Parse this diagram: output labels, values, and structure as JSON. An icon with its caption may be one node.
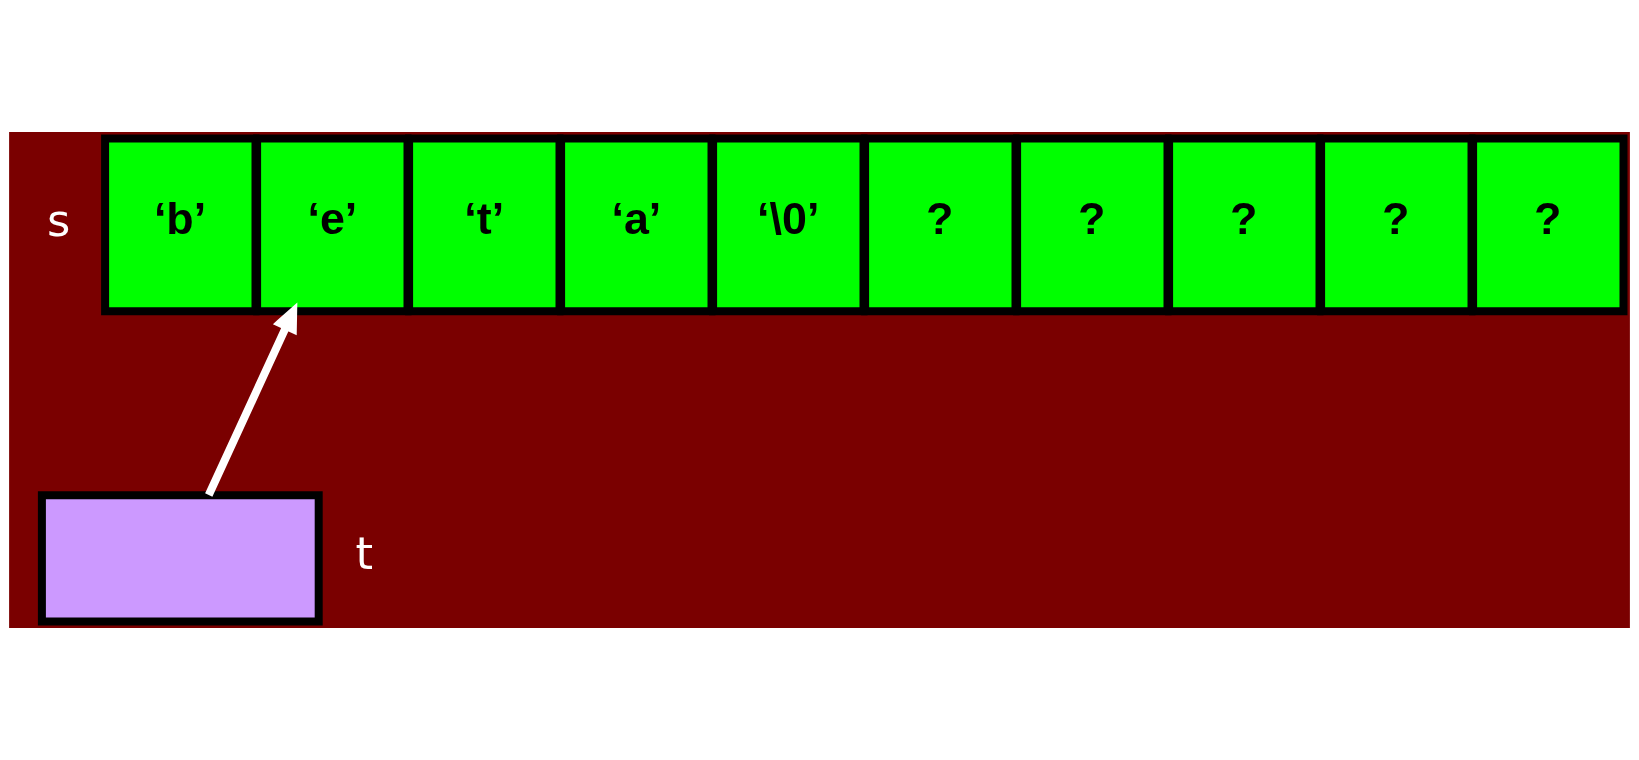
{
  "diagram": {
    "nodes": [
      {
        "text": [
          "‘b’"
        ]
      },
      {
        "text": [
          "‘e’"
        ]
      },
      {
        "text": [
          "‘t’"
        ]
      },
      {
        "text": [
          "‘a’"
        ]
      },
      {
        "text": [
          "‘\\0’"
        ]
      },
      {
        "text": [
          "?"
        ]
      },
      {
        "text": [
          "?"
        ]
      },
      {
        "text": [
          "?"
        ]
      },
      {
        "text": [
          "?"
        ]
      },
      {
        "text": [
          "?"
        ]
      },
      {
        "text": [],
        "shape": "box",
        "beside": [
          "t"
        ]
      }
    ],
    "edges": [
      {
        "from": 10,
        "to": 1,
        "arrow": "to"
      }
    ],
    "labels": [
      "s"
    ]
  }
}
